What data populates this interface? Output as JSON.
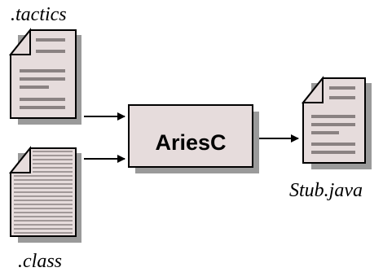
{
  "labels": {
    "tactics_file": ".tactics",
    "class_file": ".class",
    "compiler": "AriesC",
    "output_file": "Stub.java"
  },
  "colors": {
    "document_fill": "#e6dcdc",
    "document_stroke": "#000000",
    "document_lines": "#8a8282",
    "shadow": "#9a9a9a",
    "box_fill": "#e6dcdc",
    "arrow": "#000000"
  },
  "icons": {
    "input_document_1": "document-icon",
    "input_document_2": "lined-document-icon",
    "output_document": "document-icon"
  }
}
